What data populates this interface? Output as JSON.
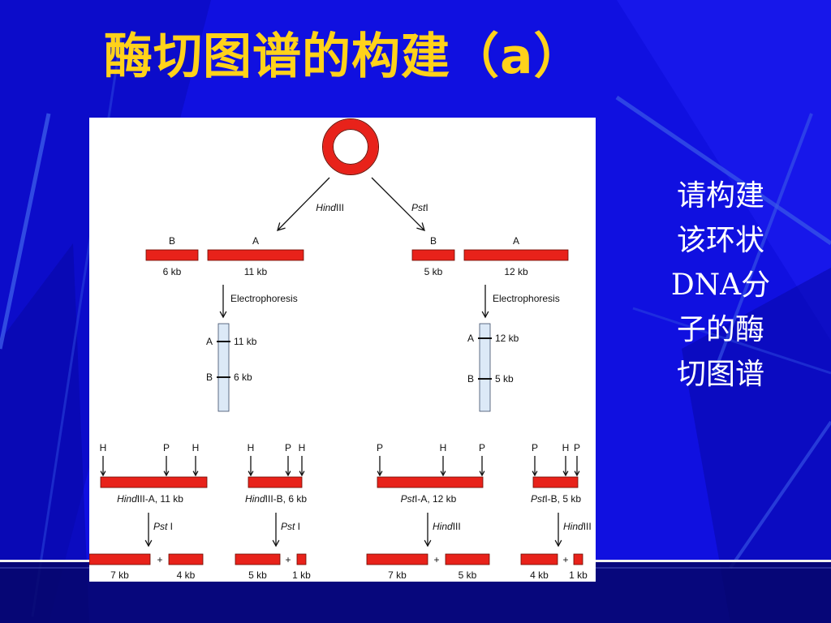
{
  "slide": {
    "title": "酶切图谱的构建（a）",
    "side_text": [
      "请构建",
      "该环状",
      "DNA分",
      "子的酶",
      "切图谱"
    ]
  },
  "colors": {
    "background": "#1010e0",
    "title": "#ffd21a",
    "fragment": "#e8221a",
    "gel_lane": "#dce9f7"
  },
  "diagram": {
    "circle_label": "",
    "left_branch": {
      "enzyme_italic": "Hind",
      "enzyme_rest": "III",
      "fragments": [
        {
          "name": "B",
          "size": "6 kb"
        },
        {
          "name": "A",
          "size": "11 kb"
        }
      ],
      "electrophoresis_label": "Electrophoresis",
      "gel_bands": [
        {
          "name": "A",
          "size": "11 kb"
        },
        {
          "name": "B",
          "size": "6 kb"
        }
      ]
    },
    "right_branch": {
      "enzyme_italic": "Pst",
      "enzyme_rest": "I",
      "fragments": [
        {
          "name": "B",
          "size": "5 kb"
        },
        {
          "name": "A",
          "size": "12 kb"
        }
      ],
      "electrophoresis_label": "Electrophoresis",
      "gel_bands": [
        {
          "name": "A",
          "size": "12 kb"
        },
        {
          "name": "B",
          "size": "5 kb"
        }
      ]
    },
    "digests": [
      {
        "sites": [
          "H",
          "P",
          "H"
        ],
        "frag_italic": "Hind",
        "frag_rest": "III-A, 11 kb",
        "enzyme_italic": "Pst",
        "enzyme_rest": " I",
        "products": [
          "7 kb",
          "4 kb"
        ]
      },
      {
        "sites": [
          "H",
          "P",
          "H"
        ],
        "frag_italic": "Hind",
        "frag_rest": "III-B, 6 kb",
        "enzyme_italic": "Pst",
        "enzyme_rest": " I",
        "products": [
          "5 kb",
          "1 kb"
        ]
      },
      {
        "sites": [
          "P",
          "H",
          "P"
        ],
        "frag_italic": "Pst",
        "frag_rest": "I-A, 12 kb",
        "enzyme_italic": "Hind",
        "enzyme_rest": "III",
        "products": [
          "7 kb",
          "5 kb"
        ]
      },
      {
        "sites": [
          "P",
          "H",
          "P"
        ],
        "frag_italic": "Pst",
        "frag_rest": "I-B, 5 kb",
        "enzyme_italic": "Hind",
        "enzyme_rest": "III",
        "products": [
          "4 kb",
          "1 kb"
        ]
      }
    ],
    "plus_sign": "+"
  }
}
